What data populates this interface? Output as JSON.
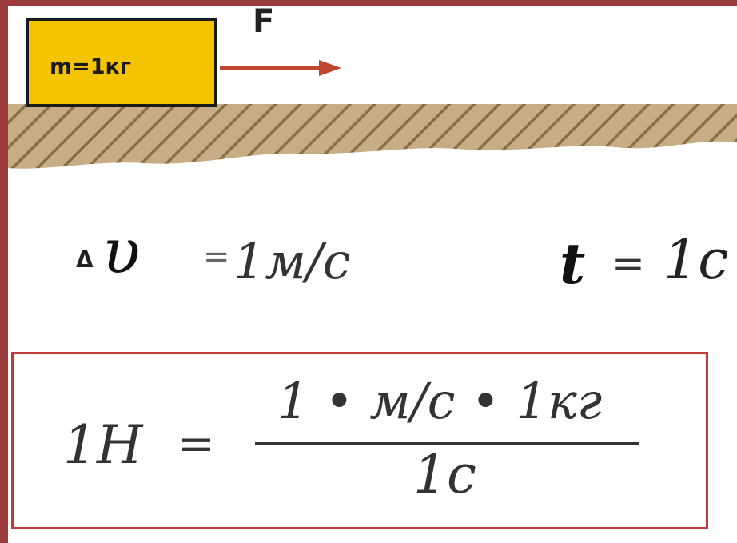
{
  "block": {
    "label": "m=1кг"
  },
  "force": {
    "label": "F"
  },
  "givens": {
    "delta_symbol": "Δ",
    "velocity_symbol": "υ",
    "velocity_equals": "=",
    "velocity_value": "1м/с",
    "time_symbol": "t",
    "time_equals": "=",
    "time_value": "1с"
  },
  "formula": {
    "lhs": "1Н",
    "equals": "=",
    "numerator": "1 • м/с • 1кг",
    "denominator": "1с"
  },
  "colors": {
    "frame": "#9b3a3a",
    "block_fill": "#f5c400",
    "arrow": "#c0442e",
    "ground_fill": "#c7ad86",
    "formula_border": "#c23a3a"
  }
}
